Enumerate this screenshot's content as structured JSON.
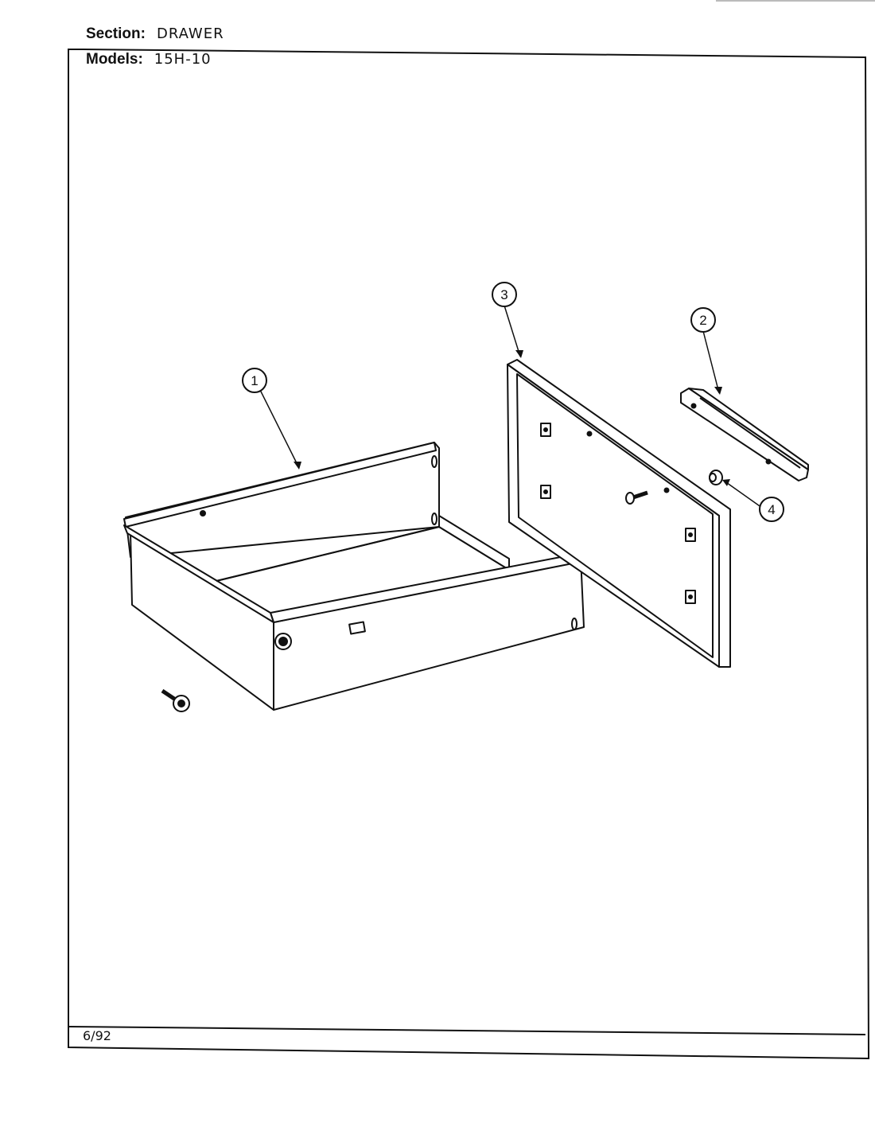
{
  "header": {
    "section_label": "Section:",
    "section_value": "DRAWER",
    "models_label": "Models:",
    "models_value": "15H-10"
  },
  "callouts": {
    "c1": "1",
    "c2": "2",
    "c3": "3",
    "c4": "4"
  },
  "footer": {
    "date": "6/92"
  }
}
